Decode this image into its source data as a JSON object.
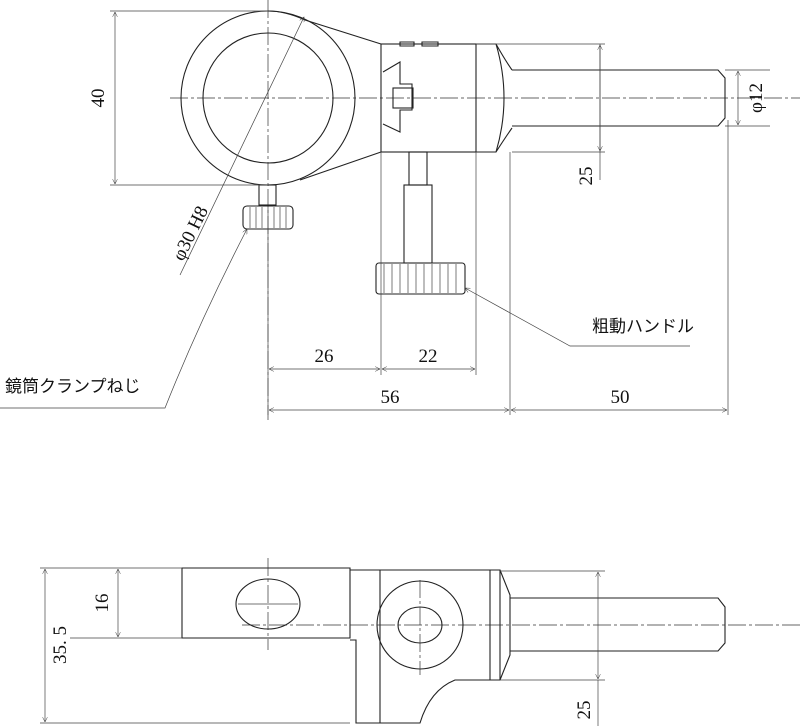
{
  "dimensions": {
    "height_40": "40",
    "bore": "φ30 H8",
    "width_26": "26",
    "width_22": "22",
    "width_56": "56",
    "shaft_length_50": "50",
    "shaft_diameter": "φ12",
    "offset_25_top": "25",
    "height_16": "16",
    "height_35_5": "35. 5",
    "offset_25_bottom": "25"
  },
  "labels": {
    "clamp_screw": "鏡筒クランプねじ",
    "coarse_handle": "粗動ハンドル"
  }
}
